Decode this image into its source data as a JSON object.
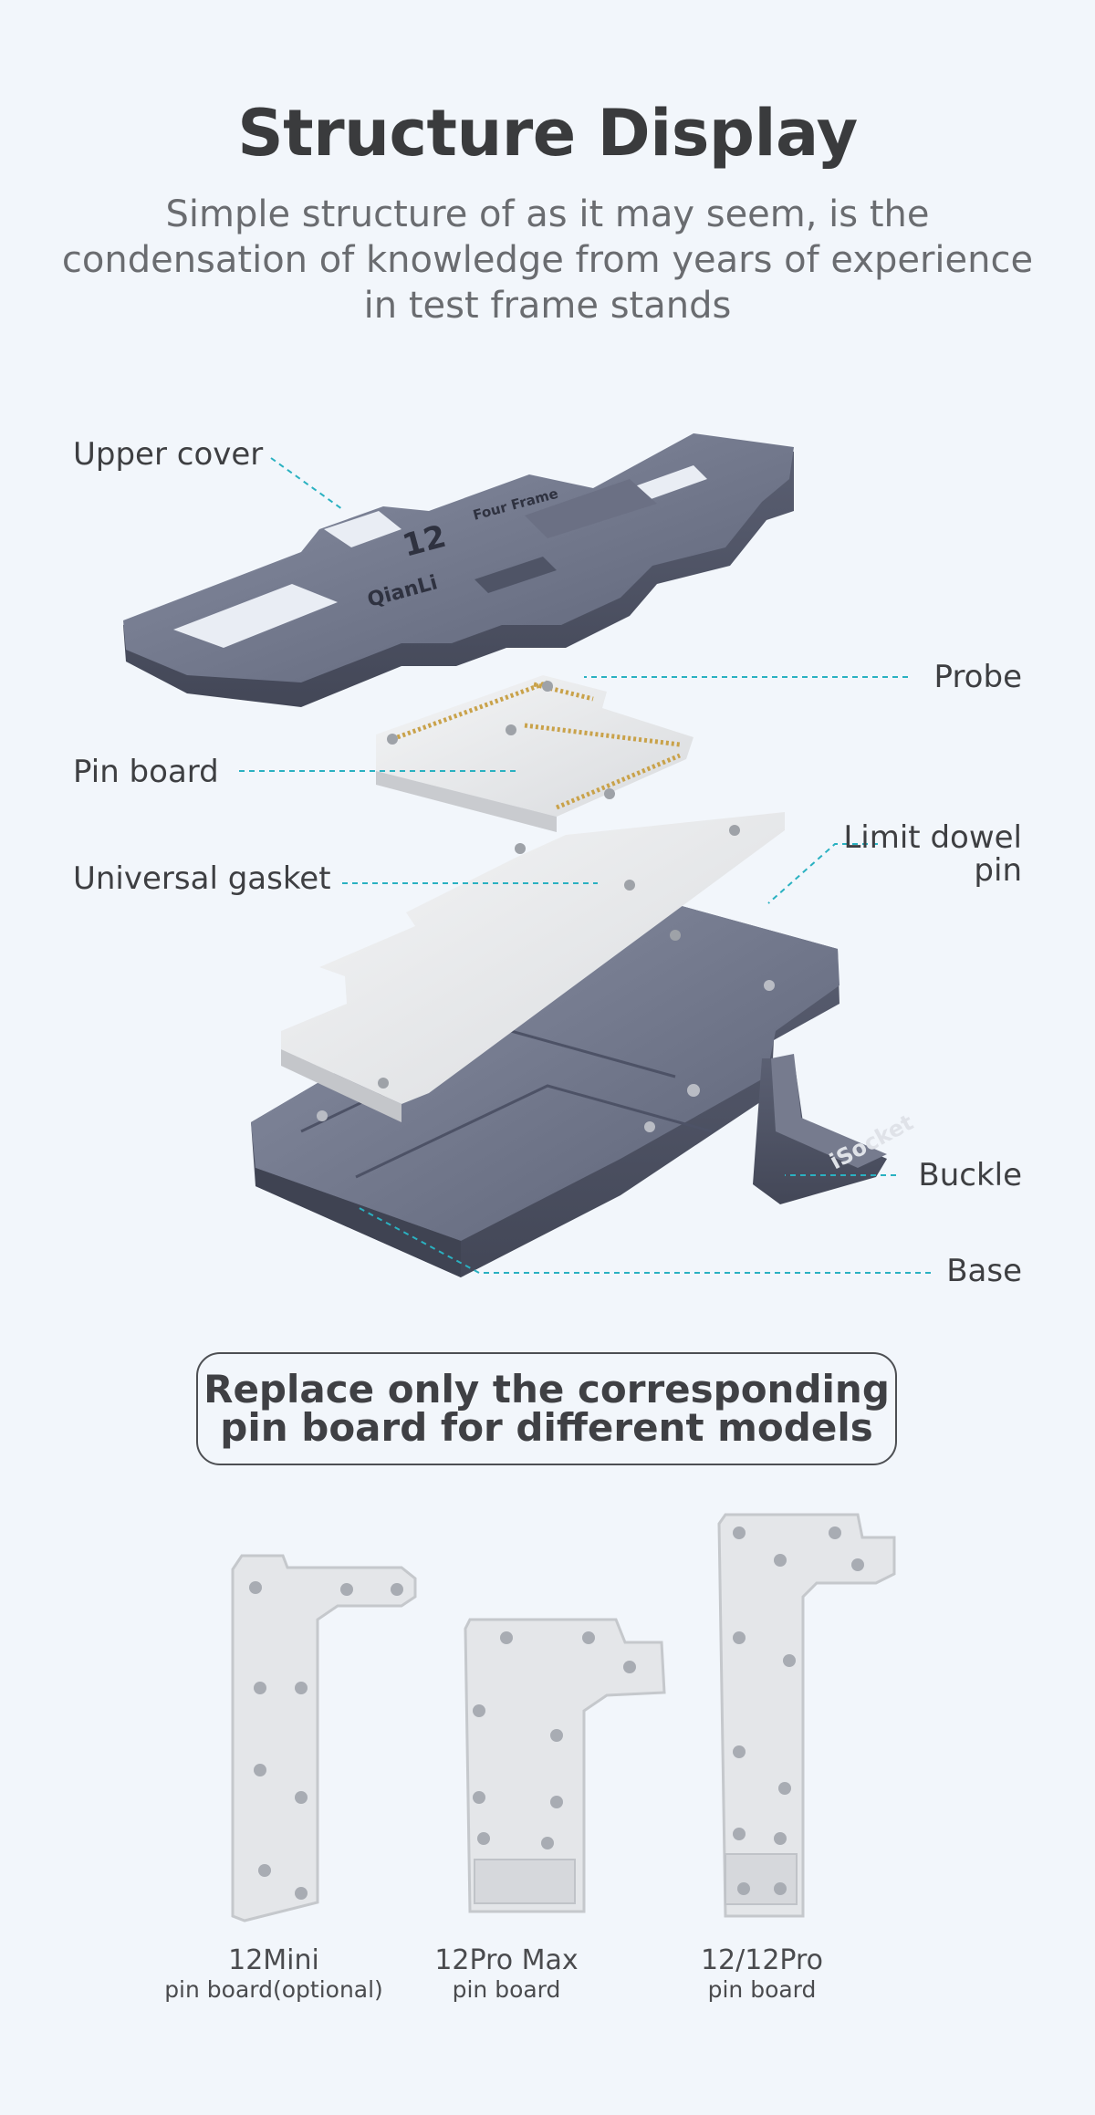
{
  "header": {
    "title": "Structure Display",
    "subtitle": "Simple structure of as it may seem, is the condensation of knowledge from years of experience in test frame stands"
  },
  "diagram": {
    "labels": {
      "upper_cover": "Upper cover",
      "probe": "Probe",
      "pin_board": "Pin board",
      "limit_dowel_pin": "Limit dowel pin",
      "universal_gasket": "Universal gasket",
      "buckle": "Buckle",
      "base": "Base"
    },
    "cover_text": {
      "model": "12",
      "brand": "QianLi",
      "product": "Four Frame"
    },
    "buckle_text": "iSocket"
  },
  "callout": {
    "text": "Replace only the corresponding pin board for different models"
  },
  "boards": [
    {
      "model": "12Mini",
      "desc": "pin board(optional)"
    },
    {
      "model": "12Pro Max",
      "desc": "pin board"
    },
    {
      "model": "12/12Pro",
      "desc": "pin board"
    }
  ],
  "colors": {
    "background": "#f2f6fb",
    "metal": "#6e7487",
    "leader_line": "#2ab1c1",
    "board": "#e3e5e8"
  }
}
